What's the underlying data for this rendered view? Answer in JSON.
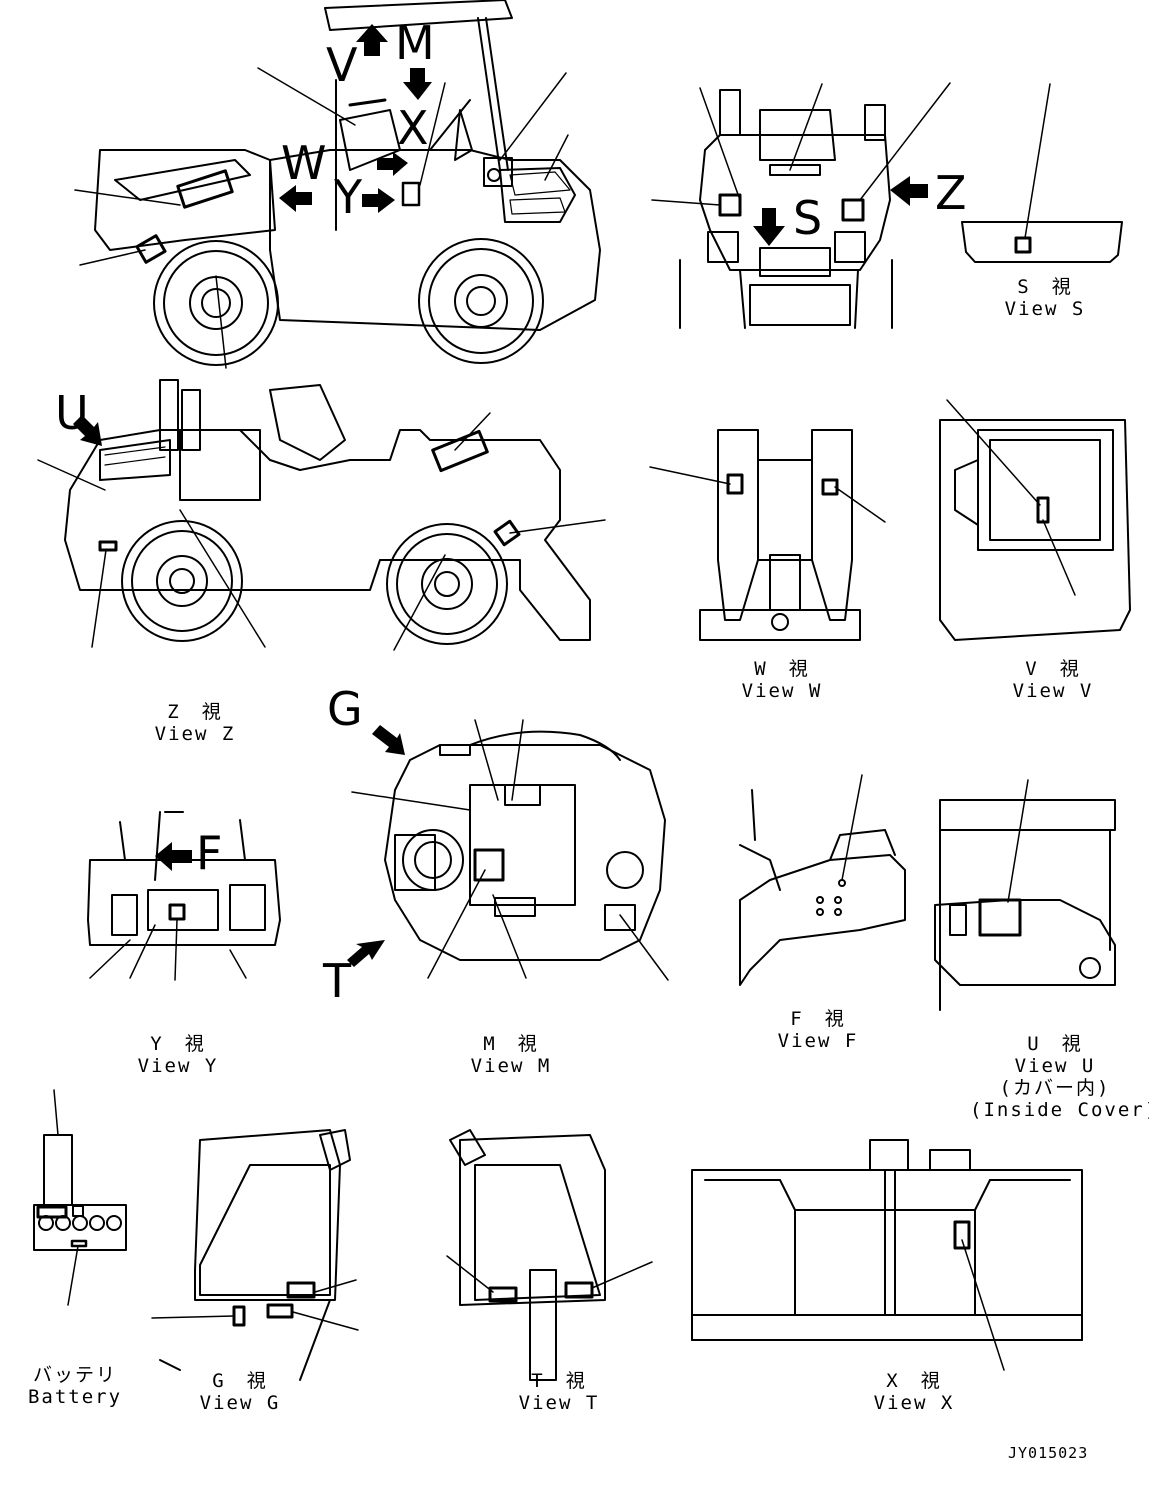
{
  "drawing_code": "JY015023",
  "views": [
    {
      "id": "S",
      "jp": "S　視",
      "en": "View S"
    },
    {
      "id": "W",
      "jp": "W　視",
      "en": "View W"
    },
    {
      "id": "V",
      "jp": "V　視",
      "en": "View V"
    },
    {
      "id": "Z",
      "jp": "Z　視",
      "en": "View Z"
    },
    {
      "id": "Y",
      "jp": "Y　視",
      "en": "View Y"
    },
    {
      "id": "M",
      "jp": "M　視",
      "en": "View M"
    },
    {
      "id": "F",
      "jp": "F　視",
      "en": "View F"
    },
    {
      "id": "U",
      "jp": "U　視",
      "en": "View U",
      "note_jp": "(カバー内)",
      "note_en": "(Inside Cover)"
    },
    {
      "id": "G",
      "jp": "G　視",
      "en": "View G"
    },
    {
      "id": "T",
      "jp": "T　視",
      "en": "View T"
    },
    {
      "id": "X",
      "jp": "X　視",
      "en": "View X"
    }
  ],
  "battery": {
    "jp": "バッテリ",
    "en": "Battery"
  },
  "arrow_letters": {
    "v": "V",
    "m": "M",
    "x": "X",
    "w": "W",
    "y": "Y",
    "s": "S",
    "z": "Z",
    "u": "U",
    "g": "G",
    "t": "T",
    "f": "F"
  }
}
